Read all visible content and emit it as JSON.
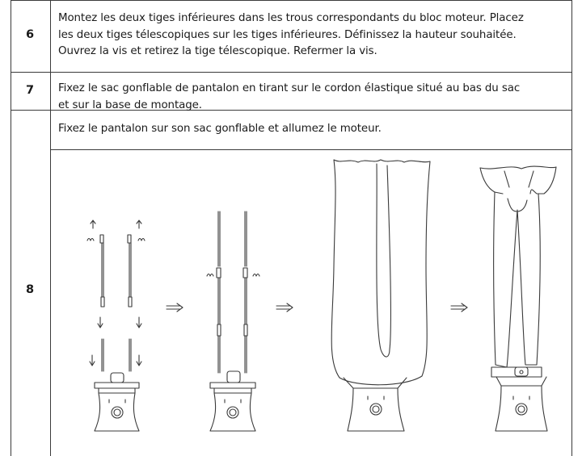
{
  "rows": [
    {
      "number": "6",
      "lines": [
        "Montez les deux tiges inférieures dans les trous correspondants du bloc moteur. Placez",
        "les deux tiges télescopiques sur les tiges inférieures. Définissez la hauteur souhaitée.",
        "Ouvrez la vis et retirez la tige télescopique. Refermer la vis."
      ]
    },
    {
      "number": "7",
      "lines": [
        "Fixez le sac gonflable de pantalon en tirant sur le cordon élastique situé au bas du sac",
        "et sur la base de montage."
      ]
    },
    {
      "number": "8",
      "lines": [
        "Fixez le pantalon sur son sac gonflable et allumez le moteur."
      ]
    }
  ],
  "illustration": {
    "steps": [
      "assemble-rods",
      "telescopic-rods",
      "inflatable-bag",
      "trousers-mounted"
    ]
  }
}
